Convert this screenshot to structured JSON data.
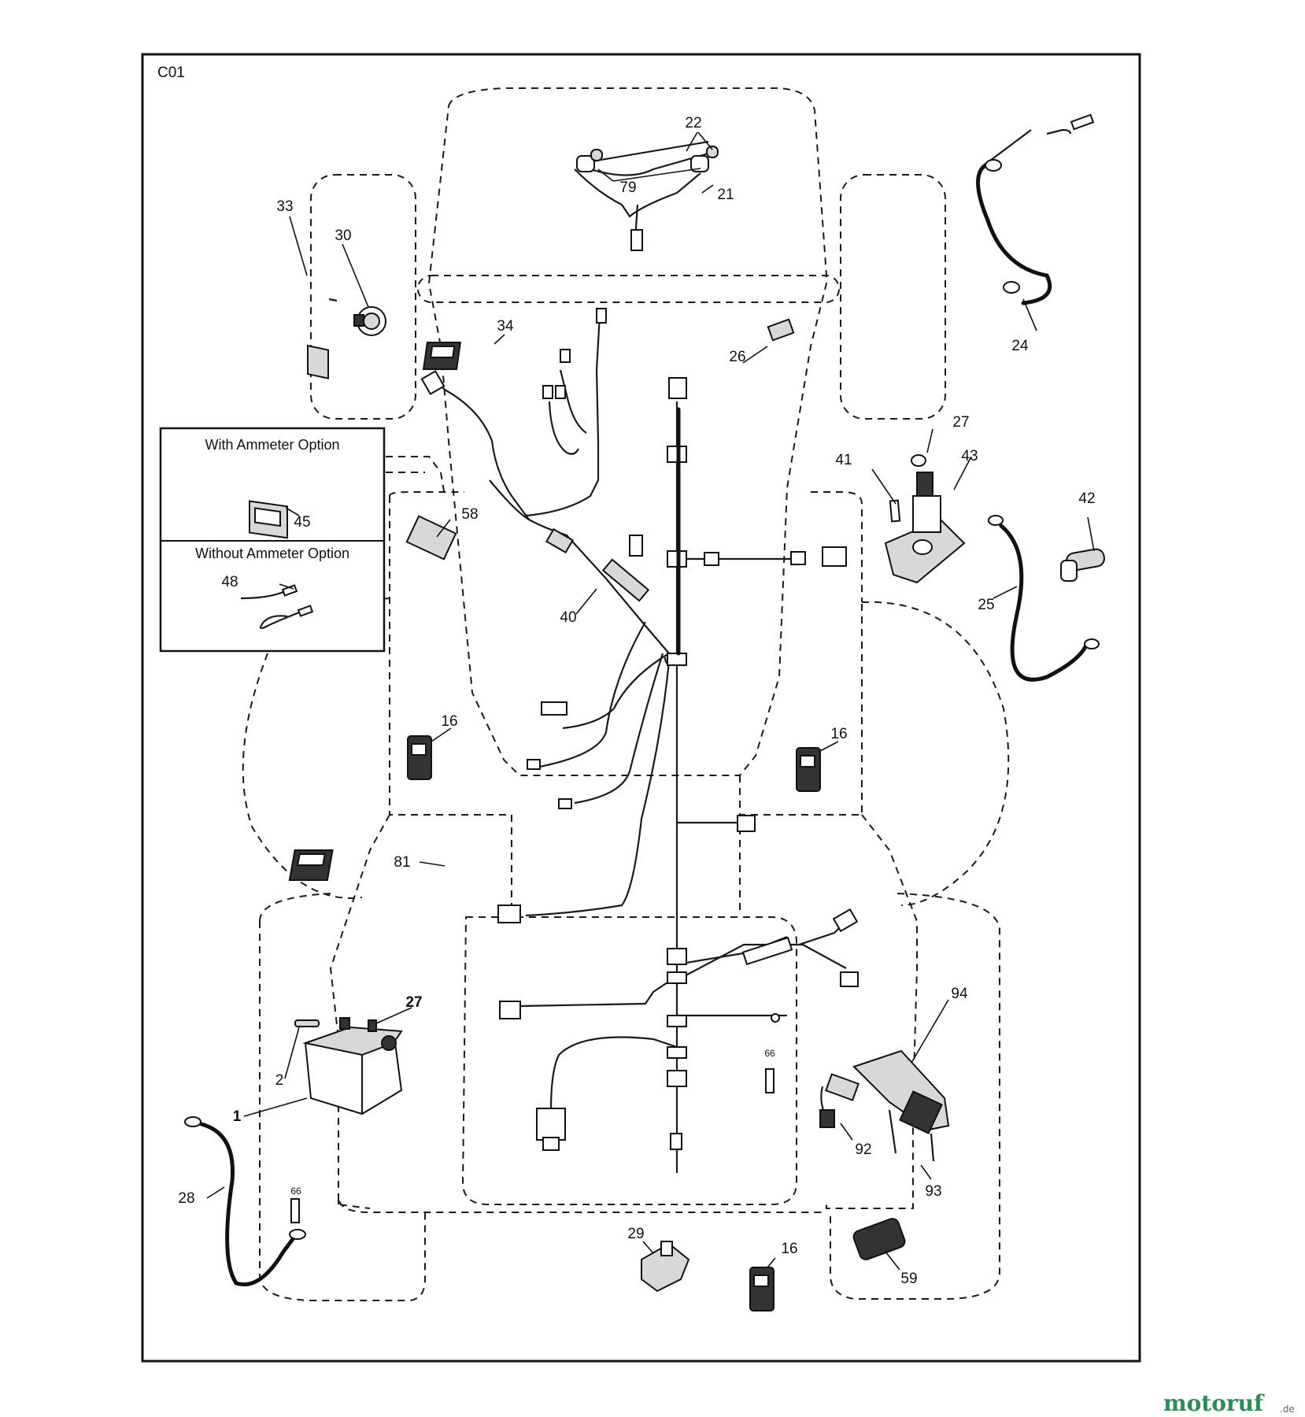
{
  "figure": {
    "code": "C01",
    "ammeter_box": {
      "with_label": "With Ammeter Option",
      "without_label": "Without Ammeter Option"
    }
  },
  "callouts": {
    "c1": "1",
    "c2": "2",
    "c16a": "16",
    "c16b": "16",
    "c16c": "16",
    "c21": "21",
    "c22": "22",
    "c24": "24",
    "c25": "25",
    "c26": "26",
    "c27a": "27",
    "c27b": "27",
    "c28": "28",
    "c29": "29",
    "c30": "30",
    "c33": "33",
    "c34": "34",
    "c40": "40",
    "c41": "41",
    "c42": "42",
    "c43": "43",
    "c45": "45",
    "c48": "48",
    "c58": "58",
    "c59": "59",
    "c66a": "66",
    "c66b": "66",
    "c79": "79",
    "c81": "81",
    "c92": "92",
    "c93": "93",
    "c94": "94"
  },
  "watermark": {
    "brand": "motoruf",
    "domain": ".de"
  }
}
